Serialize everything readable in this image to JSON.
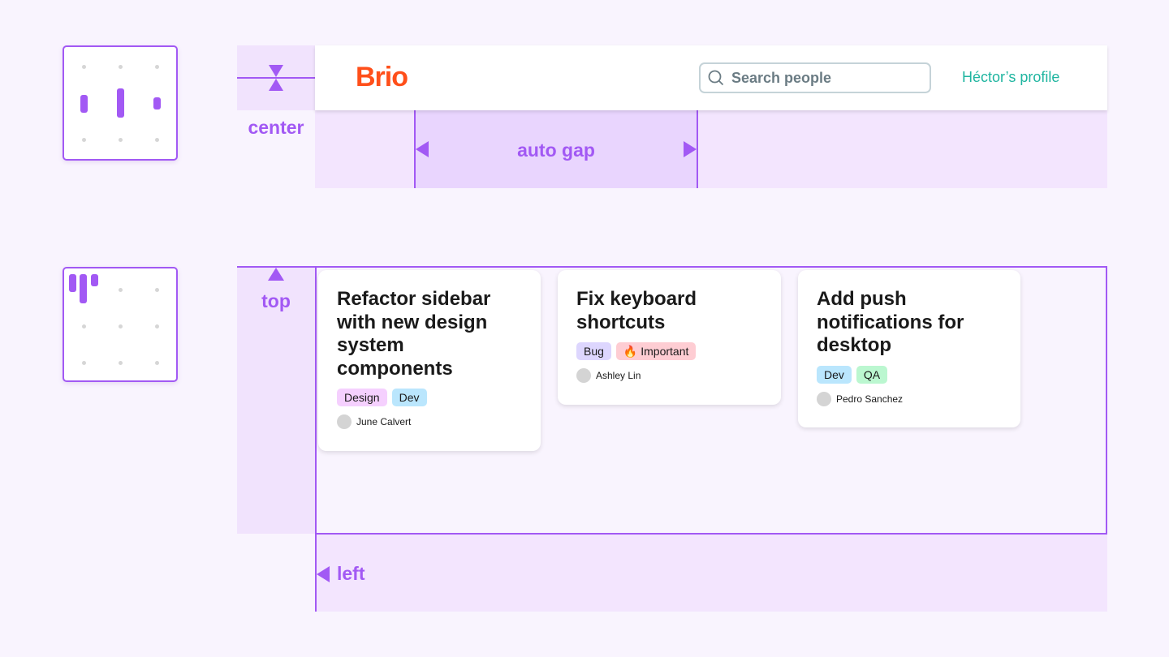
{
  "labels": {
    "center": "center",
    "auto_gap": "auto gap",
    "top": "top",
    "left": "left"
  },
  "header": {
    "logo": "Brio",
    "search_placeholder": "Search people",
    "profile_link": "Héctor’s profile"
  },
  "cards": [
    {
      "title": "Refactor sidebar with new design system components",
      "tags": [
        {
          "label": "Design",
          "color": "#f5d0fe"
        },
        {
          "label": "Dev",
          "color": "#bae6fd"
        }
      ],
      "assignee": "June Calvert"
    },
    {
      "title": "Fix keyboard shortcuts",
      "tags": [
        {
          "label": "Bug",
          "color": "#ddd6fe"
        },
        {
          "label": "🔥 Important",
          "color": "#fecdd3"
        }
      ],
      "assignee": "Ashley Lin"
    },
    {
      "title": "Add push notifications for desktop",
      "tags": [
        {
          "label": "Dev",
          "color": "#bae6fd"
        },
        {
          "label": "QA",
          "color": "#bbf7d0"
        }
      ],
      "assignee": "Pedro Sanchez"
    }
  ],
  "colors": {
    "accent": "#a259f4",
    "brand": "#ff4f1a",
    "link": "#1fb5a0"
  }
}
